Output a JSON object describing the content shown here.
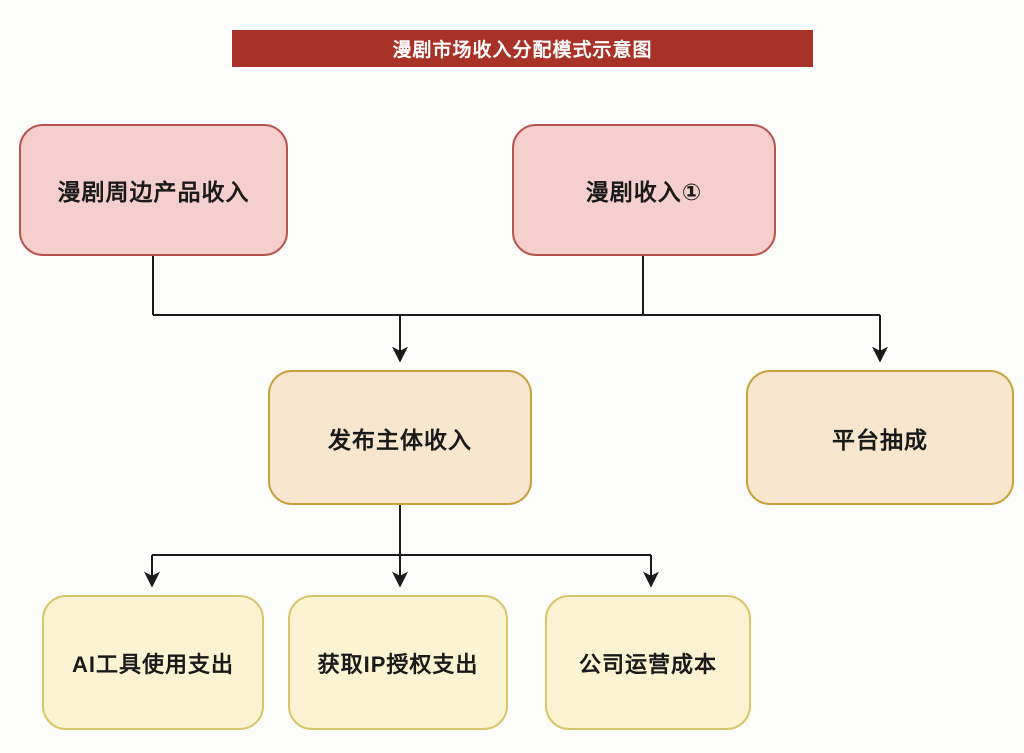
{
  "title": {
    "text": "漫剧市场收入分配模式示意图",
    "background_color": "#A93228",
    "text_color": "#FFFFFF"
  },
  "diagram": {
    "type": "flowchart",
    "direction": "top-down",
    "nodes": [
      {
        "id": "merch-income",
        "label": "漫剧周边产品收入",
        "tier": "top",
        "fill": "#F4CFCC",
        "stroke": "#B85450"
      },
      {
        "id": "drama-income",
        "label": "漫剧收入①",
        "tier": "top",
        "fill": "#F4CFCC",
        "stroke": "#B85450"
      },
      {
        "id": "publisher-income",
        "label": "发布主体收入",
        "tier": "middle",
        "fill": "#F8E7CE",
        "stroke": "#C6A23E"
      },
      {
        "id": "platform-cut",
        "label": "平台抽成",
        "tier": "middle",
        "fill": "#F8E7CE",
        "stroke": "#C6A23E"
      },
      {
        "id": "ai-tool-expense",
        "label": "AI工具使用支出",
        "tier": "bottom",
        "fill": "#FBF3D1",
        "stroke": "#D9C56B"
      },
      {
        "id": "ip-license-expense",
        "label": "获取IP授权支出",
        "tier": "bottom",
        "fill": "#FBF3D1",
        "stroke": "#D9C56B"
      },
      {
        "id": "company-operating-cost",
        "label": "公司运营成本",
        "tier": "bottom",
        "fill": "#FBF3D1",
        "stroke": "#D9C56B"
      }
    ],
    "edges": [
      {
        "from": "merch-income",
        "to": "publisher-income",
        "arrow": true
      },
      {
        "from": "drama-income",
        "to": "publisher-income",
        "arrow": true
      },
      {
        "from": "drama-income",
        "to": "platform-cut",
        "arrow": true
      },
      {
        "from": "publisher-income",
        "to": "ai-tool-expense",
        "arrow": true
      },
      {
        "from": "publisher-income",
        "to": "ip-license-expense",
        "arrow": true
      },
      {
        "from": "publisher-income",
        "to": "company-operating-cost",
        "arrow": true
      }
    ],
    "connector_color": "#1A1A1A"
  }
}
